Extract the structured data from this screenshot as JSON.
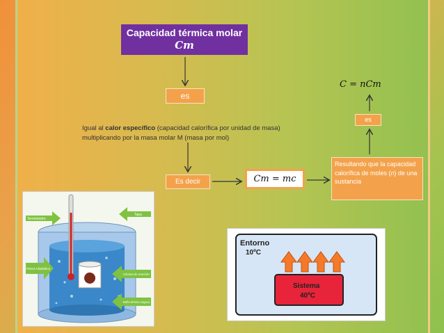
{
  "title": {
    "line1": "Capacidad térmica molar",
    "symbol": "𝑪𝒎"
  },
  "labels": {
    "es_top": "es",
    "es_right": "es",
    "es_decir": "Es decir"
  },
  "description": {
    "prefix": "Igual al ",
    "bold": "calor específico",
    "suffix": " (capacidad calorífica por unidad de masa) multiplicando por la masa molar M (masa por mol)"
  },
  "formulas": {
    "cm_eq_mc": "𝐶𝑚 = 𝑚𝑐",
    "c_eq_ncm": "𝐶 = 𝑛𝐶𝑚"
  },
  "result": "Resultando que la capacidad calorífica de moles (𝑛) de una sustancia",
  "calorimeter": {
    "termometro": "Termómetro",
    "tapa": "Tapa",
    "pared": "Pared Adiabática",
    "camara": "Cámara de reacción",
    "bano": "Baño térmico (agua)"
  },
  "system": {
    "entorno": "Entorno",
    "entorno_temp": "10ºC",
    "sistema": "Sistema",
    "sistema_temp": "40ºC"
  },
  "colors": {
    "title_bg": "#7030a0",
    "label_bg": "#f3a24b",
    "entorno_bg": "#d7e6f6",
    "sistema_bg": "#e8243a",
    "arrow_fill": "#f47a2a"
  }
}
